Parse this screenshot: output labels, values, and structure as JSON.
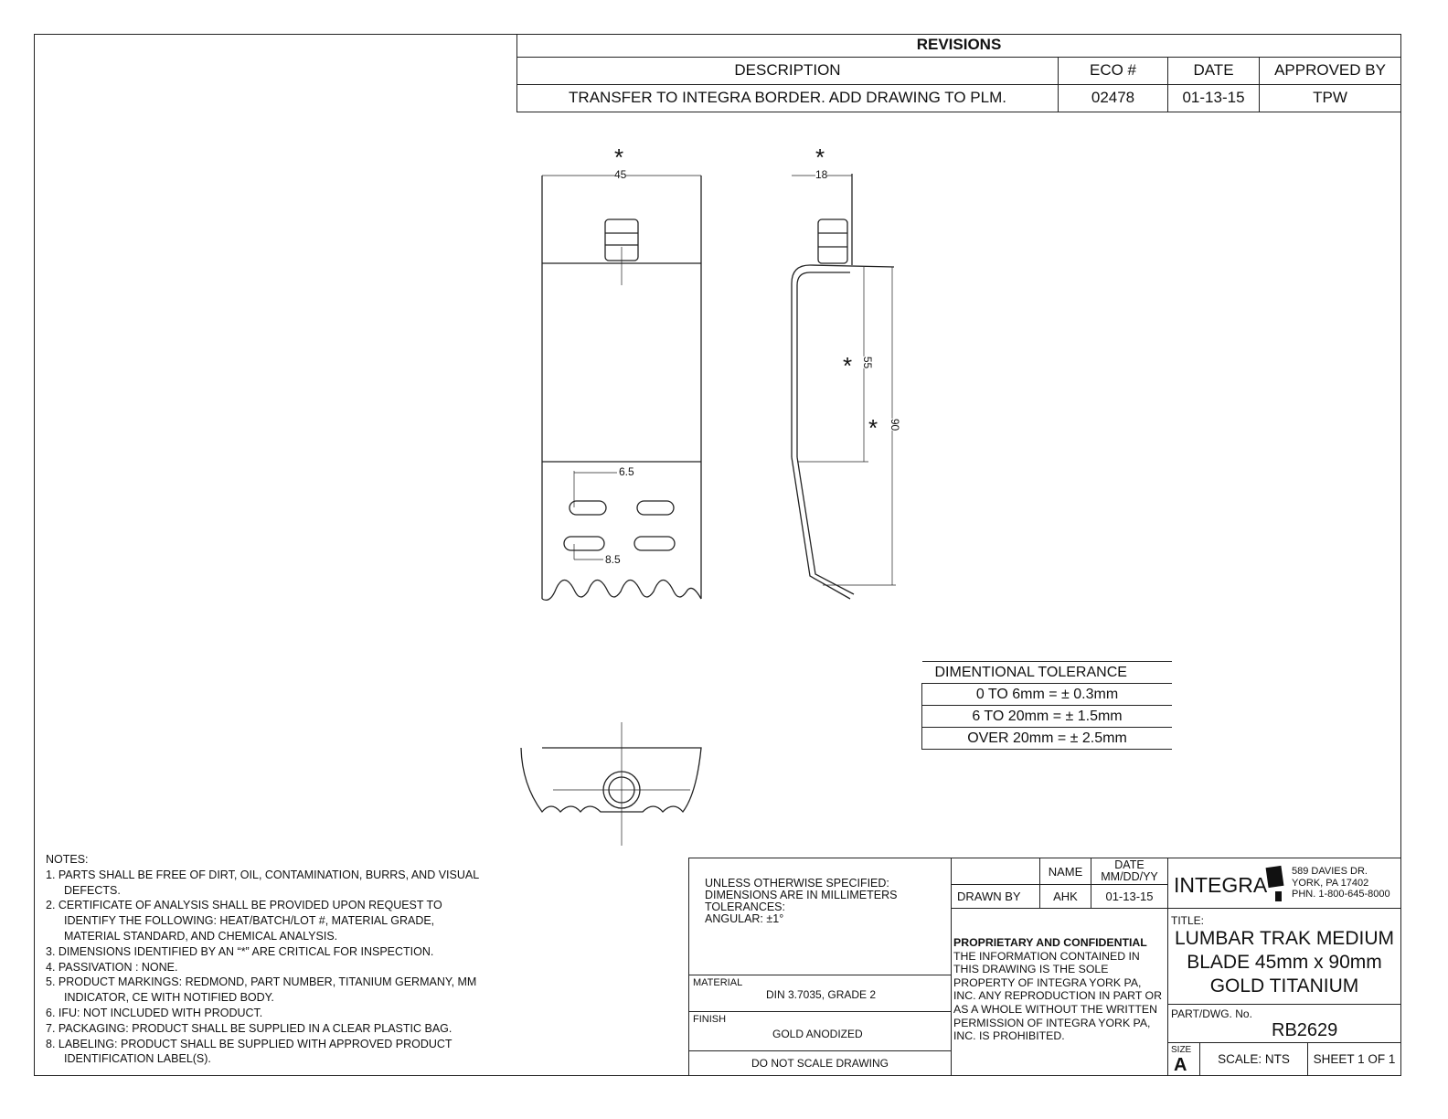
{
  "revisions": {
    "title": "REVISIONS",
    "headers": [
      "DESCRIPTION",
      "ECO #",
      "DATE",
      "APPROVED BY"
    ],
    "rows": [
      {
        "description": "TRANSFER TO INTEGRA BORDER. ADD DRAWING TO PLM.",
        "eco": "02478",
        "date": "01-13-15",
        "approved": "TPW"
      }
    ]
  },
  "dimensions": {
    "width": "45",
    "thickness": "18",
    "upper": "55",
    "overall": "90",
    "slot_offset": "6.5",
    "slot_lower": "8.5",
    "critical_mark": "*"
  },
  "tolerance": {
    "title": "DIMENTIONAL TOLERANCE",
    "rows": [
      "0 TO 6mm = ± 0.3mm",
      "6 TO 20mm = ± 1.5mm",
      "OVER 20mm = ± 2.5mm"
    ]
  },
  "notes": {
    "title": "NOTES:",
    "items": [
      "1. PARTS SHALL BE FREE OF DIRT, OIL, CONTAMINATION, BURRS, AND VISUAL DEFECTS.",
      "2. CERTIFICATE OF ANALYSIS SHALL BE PROVIDED UPON REQUEST TO IDENTIFY THE FOLLOWING: HEAT/BATCH/LOT #, MATERIAL GRADE, MATERIAL STANDARD, AND CHEMICAL ANALYSIS.",
      "3. DIMENSIONS IDENTIFIED BY AN “*” ARE CRITICAL FOR INSPECTION.",
      "4. PASSIVATION : NONE.",
      "5. PRODUCT MARKINGS: REDMOND, PART NUMBER, TITANIUM GERMANY, MM INDICATOR, CE WITH NOTIFIED BODY.",
      "6. IFU: NOT INCLUDED WITH PRODUCT.",
      "7. PACKAGING: PRODUCT  SHALL BE SUPPLIED IN A CLEAR PLASTIC BAG.",
      "8. LABELING: PRODUCT SHALL BE SUPPLIED WITH APPROVED PRODUCT IDENTIFICATION LABEL(S)."
    ]
  },
  "titleblock": {
    "unless": [
      "UNLESS OTHERWISE SPECIFIED:",
      "DIMENSIONS ARE IN MILLIMETERS",
      "TOLERANCES:",
      "ANGULAR: ±1°"
    ],
    "material_label": "MATERIAL",
    "material": "DIN 3.7035, GRADE 2",
    "finish_label": "FINISH",
    "finish": "GOLD ANODIZED",
    "do_not_scale": "DO NOT SCALE DRAWING",
    "name_header": "NAME",
    "date_header": "DATE MM/DD/YY",
    "drawn_by_label": "DRAWN BY",
    "drawn_by": "AHK",
    "drawn_date": "01-13-15",
    "proprietary_title": "PROPRIETARY AND CONFIDENTIAL",
    "proprietary_text": "THE INFORMATION CONTAINED IN THIS DRAWING IS THE SOLE PROPERTY OF INTEGRA YORK PA, INC.  ANY REPRODUCTION IN PART OR AS A WHOLE WITHOUT THE WRITTEN PERMISSION OF INTEGRA YORK PA, INC. IS PROHIBITED.",
    "logo": "INTEGRA",
    "address": [
      "589 DAVIES DR.",
      "YORK, PA 17402",
      "PHN. 1-800-645-8000"
    ],
    "title_label": "TITLE:",
    "title": [
      "LUMBAR TRAK MEDIUM",
      "BLADE 45mm x 90mm",
      "GOLD TITANIUM"
    ],
    "part_label": "PART/DWG. No.",
    "part": "RB2629",
    "size_label": "SIZE",
    "size": "A",
    "scale": "SCALE: NTS",
    "sheet": "SHEET 1 OF 1"
  }
}
